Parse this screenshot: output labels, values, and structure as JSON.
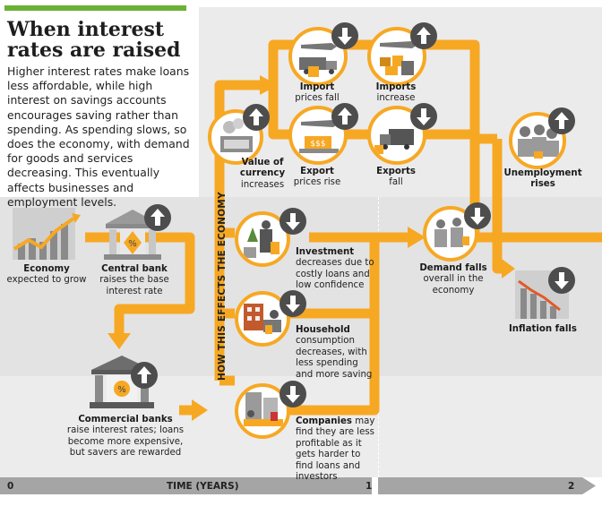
{
  "header": {
    "title": "When interest rates are raised",
    "intro": "Higher interest rates make loans less affordable, while high interest on savings accounts encourages saving rather than spending. As spending slows, so does the economy, with demand for goods and services decreasing. This eventually affects businesses and employment levels."
  },
  "nodes": {
    "economy": {
      "title": "Economy",
      "desc": "expected to grow"
    },
    "central_bank": {
      "title": "Central bank",
      "desc": "raises the base interest rate"
    },
    "commercial_banks": {
      "title": "Commercial banks",
      "desc": "raise interest rates; loans become more expensive, but savers are rewarded"
    },
    "currency": {
      "title": "Value of currency",
      "desc": "increases"
    },
    "imports_price": {
      "title": "Import",
      "desc": "prices fall"
    },
    "imports": {
      "title": "Imports",
      "desc": "increase"
    },
    "exports_price": {
      "title": "Export",
      "desc": "prices rise"
    },
    "exports": {
      "title": "Exports",
      "desc": "fall"
    },
    "unemployment": {
      "title": "Unemployment",
      "desc": "rises"
    },
    "investment": {
      "title": "Investment",
      "desc": "decreases due to costly loans and low confidence"
    },
    "household": {
      "title": "Household",
      "desc": "consumption decreases, with less spending and more saving"
    },
    "companies": {
      "title": "Companies",
      "desc": "may find they are less profitable as it gets harder to find loans and investors"
    },
    "demand": {
      "title": "Demand falls",
      "desc": "overall in the economy"
    },
    "inflation": {
      "title": "Inflation falls",
      "desc": ""
    }
  },
  "axis": {
    "vertical_label": "HOW THIS EFFECTS THE ECONOMY",
    "time_label": "TIME (YEARS)",
    "tick_0": "0",
    "tick_1": "1",
    "tick_2": "2"
  },
  "colors": {
    "flow": "#f7a823",
    "badge": "#4d4d4d",
    "panel": "#ebebeb",
    "panel_dark": "#dcdcdc",
    "timeline": "#a5a5a5",
    "accent_green": "#6ab233"
  }
}
